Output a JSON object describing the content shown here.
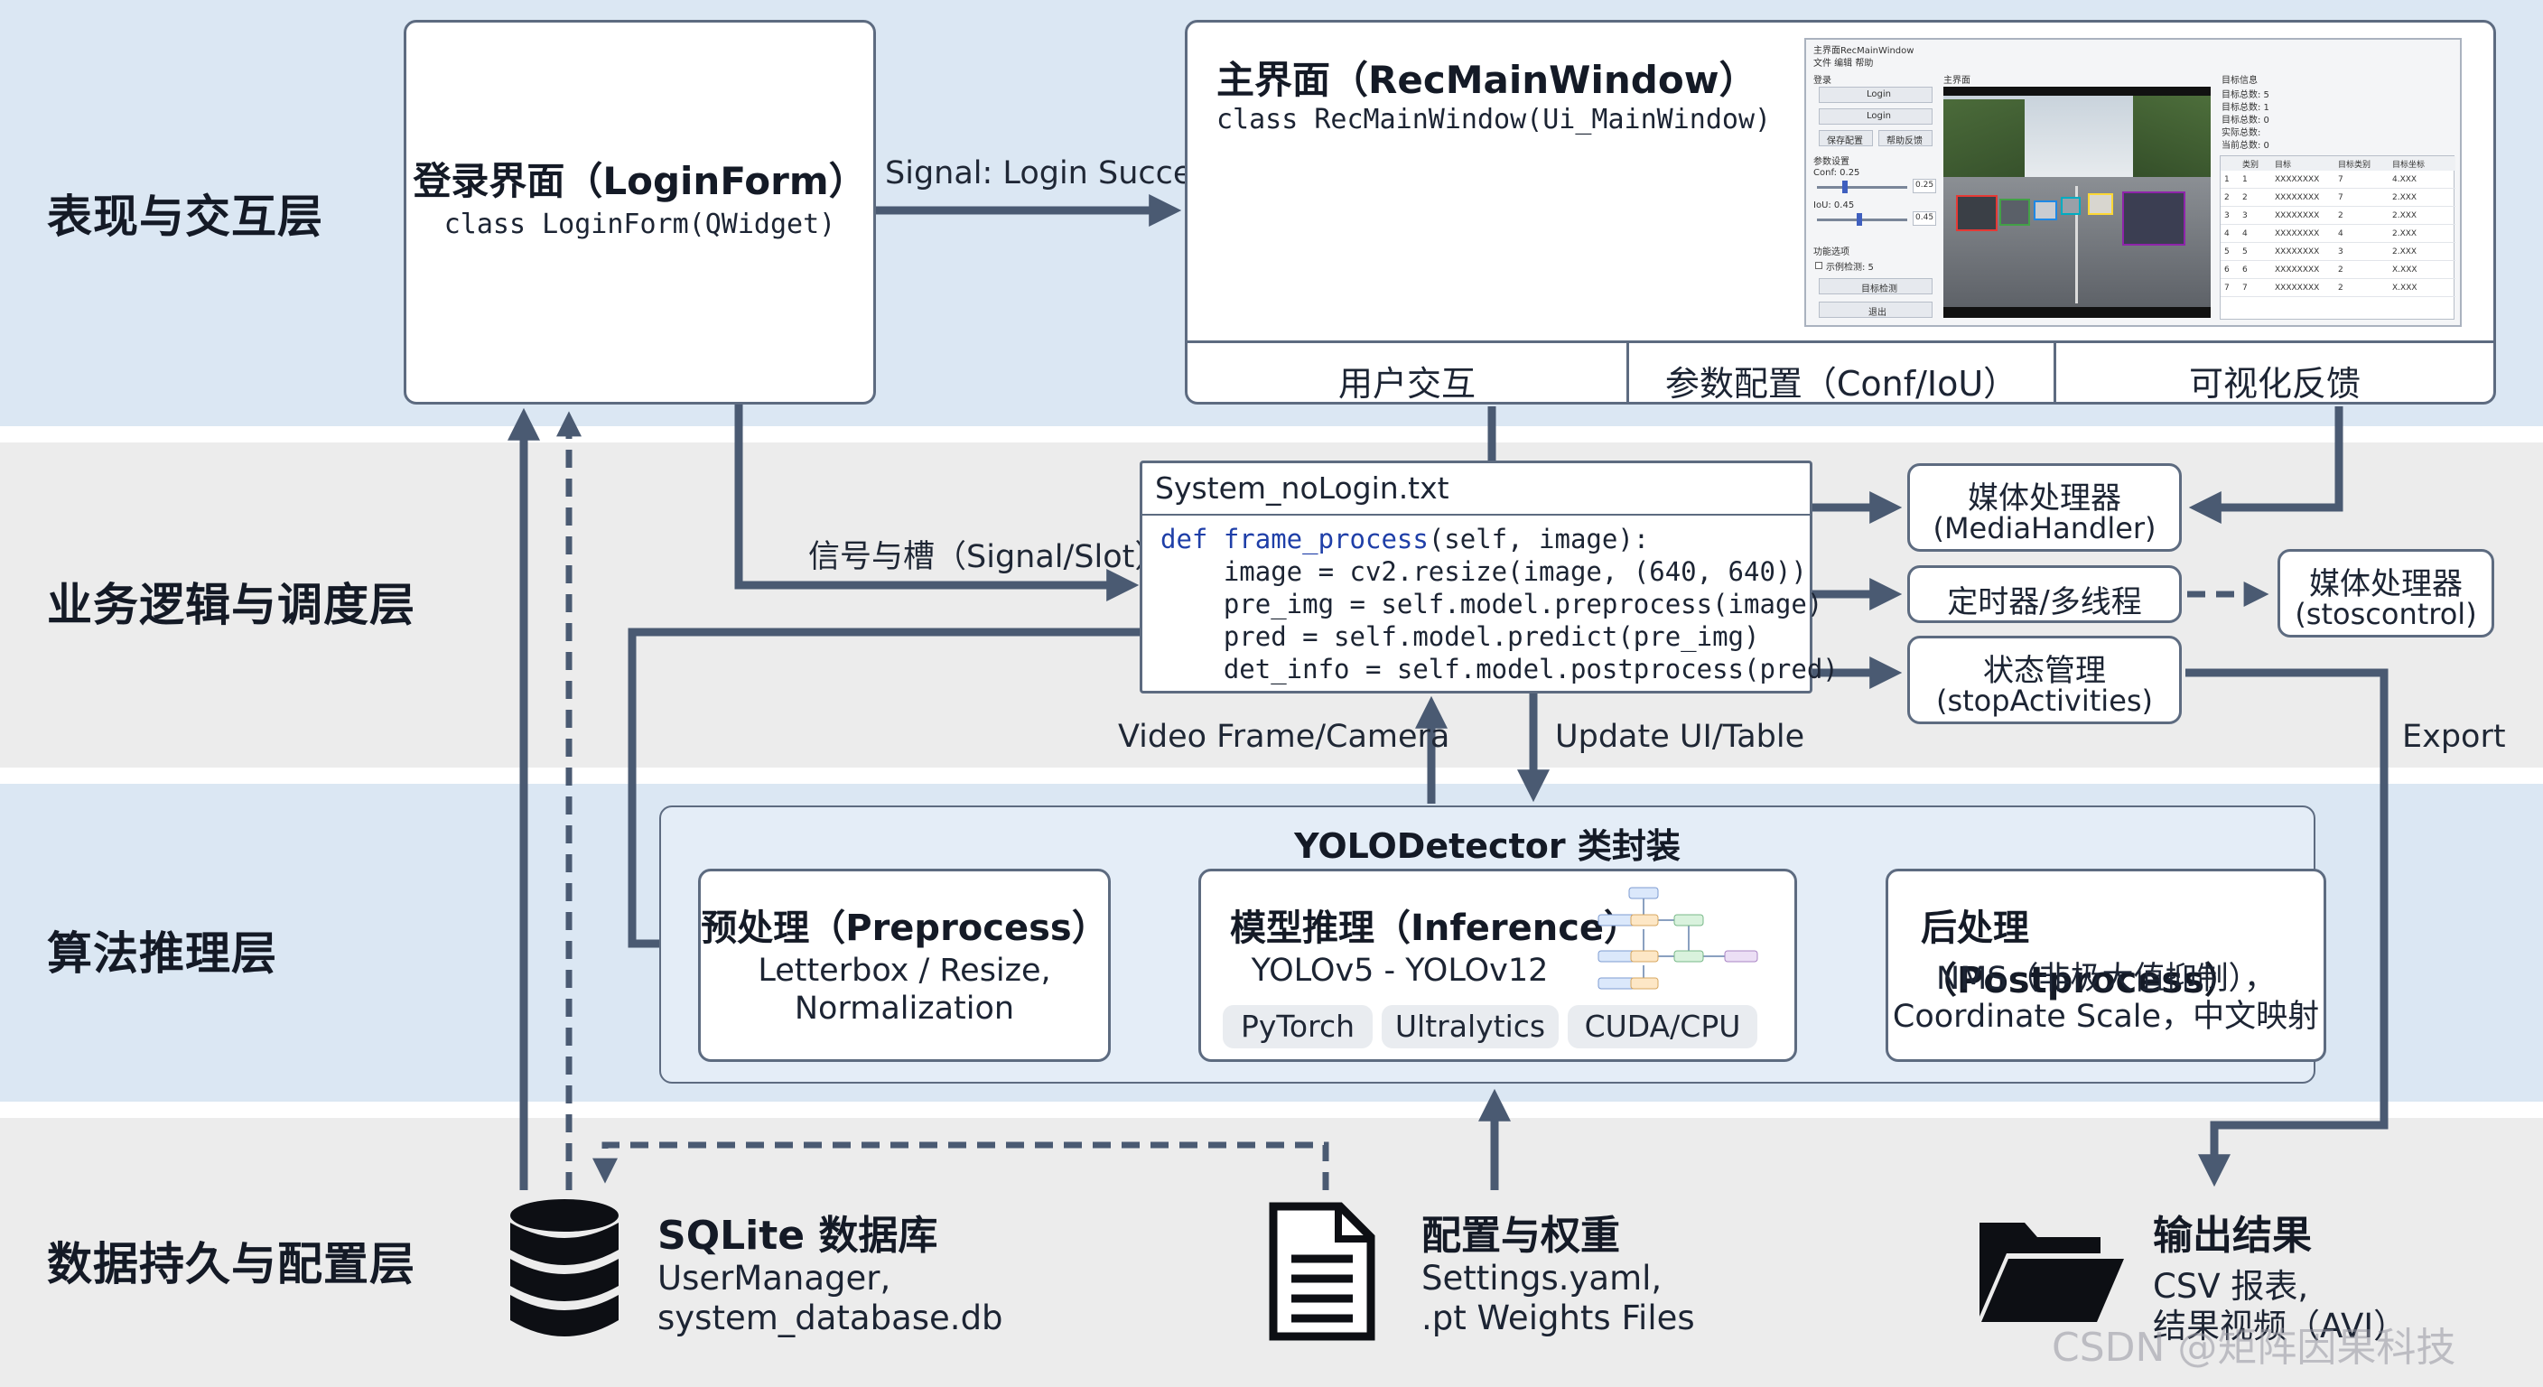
{
  "layers": [
    {
      "label": "表现与交互层"
    },
    {
      "label": "业务逻辑与调度层"
    },
    {
      "label": "算法推理层"
    },
    {
      "label": "数据持久与配置层"
    }
  ],
  "login": {
    "title": "登录界面（LoginForm）",
    "class": "class LoginForm(QWidget)"
  },
  "main_window": {
    "title": "主界面（RecMainWindow）",
    "class": "class RecMainWindow(Ui_MainWindow)",
    "sections": [
      "用户交互",
      "参数配置（Conf/IoU）",
      "可视化反馈"
    ],
    "screenshot": {
      "title": "主界面RecMainWindow",
      "menu": "文件  编辑  帮助",
      "left_header": "登录",
      "btn_login": "Login",
      "btn_login2": "Login",
      "btn_a": "保存配置",
      "btn_b": "帮助反馈",
      "params_header": "参数设置",
      "conf": "Conf: 0.25",
      "iou": "IoU: 0.45",
      "conf_val": "0.25",
      "iou_val": "0.45",
      "opt_header": "功能选项",
      "opt_check": "示例检测: 5",
      "btn_detect": "目标检测",
      "btn_exit": "退出",
      "center_header": "主界面",
      "stats_header": "目标信息",
      "stats": [
        "目标总数: 5",
        "目标总数: 1",
        "目标总数: 0",
        "实际总数: ",
        "当前总数: 0"
      ],
      "table_headers": [
        "",
        "类别",
        "目标",
        "目标类别",
        "目标坐标"
      ],
      "table_rows": [
        [
          "1",
          "1",
          "XXXXXXXX",
          "7",
          "4.XXX"
        ],
        [
          "2",
          "2",
          "XXXXXXXX",
          "7",
          "2.XXX"
        ],
        [
          "3",
          "3",
          "XXXXXXXX",
          "2",
          "2.XXX"
        ],
        [
          "4",
          "4",
          "XXXXXXXX",
          "4",
          "2.XXX"
        ],
        [
          "5",
          "5",
          "XXXXXXXX",
          "3",
          "2.XXX"
        ],
        [
          "6",
          "6",
          "XXXXXXXX",
          "2",
          "X.XXX"
        ],
        [
          "7",
          "7",
          "XXXXXXXX",
          "2",
          "X.XXX"
        ]
      ]
    }
  },
  "signal_login": "Signal: Login Success",
  "signal_slot": "信号与槽（Signal/Slot）",
  "system_file": {
    "name": "System_noLogin.txt",
    "code": [
      {
        "kw": "def ",
        "fn": "frame_process",
        "rest": "(self, image):"
      },
      {
        "kw": "",
        "fn": "",
        "rest": "    image = cv2.resize(image, (640, 640))"
      },
      {
        "kw": "",
        "fn": "",
        "rest": "    pre_img = self.model.preprocess(image)"
      },
      {
        "kw": "",
        "fn": "",
        "rest": "    pred = self.model.predict(pre_img)"
      },
      {
        "kw": "",
        "fn": "",
        "rest": "    det_info = self.model.postprocess(pred)"
      }
    ]
  },
  "media_handler": {
    "line1": "媒体处理器",
    "line2": "(MediaHandler)"
  },
  "timer": {
    "line1": "定时器/多线程"
  },
  "media_stos": {
    "line1": "媒体处理器",
    "line2": "(stoscontrol)"
  },
  "state": {
    "line1": "状态管理",
    "line2": "(stopActivities)"
  },
  "video_frame": "Video Frame/Camera",
  "update_ui": "Update UI/Table",
  "export": "Export",
  "yolo": {
    "title": "YOLODetector 类封装",
    "pre": {
      "title": "预处理（Preprocess）",
      "line1": "Letterbox / Resize,",
      "line2": "Normalization"
    },
    "inf": {
      "title": "模型推理（Inference）",
      "line1": "YOLOv5 - YOLOv12",
      "chips": [
        "PyTorch",
        "Ultralytics",
        "CUDA/CPU"
      ]
    },
    "post": {
      "title": "后处理（Postprocess）",
      "line1": "NMS（非极大值抑制），",
      "line2": "Coordinate Scale，中文映射"
    }
  },
  "sqlite": {
    "title": "SQLite 数据库",
    "line1": "UserManager,",
    "line2": "system_database.db"
  },
  "config": {
    "title": "配置与权重",
    "line1": "Settings.yaml,",
    "line2": ".pt Weights Files"
  },
  "output": {
    "title": "输出结果",
    "line1": "CSV 报表,",
    "line2": "结果视频（AVI）"
  },
  "watermark": "CSDN @矩阵因果科技",
  "colors": {
    "band_blue": "#dbe7f3",
    "band_gray": "#ececec",
    "arrow": "#4a5a72",
    "code_kw": "#1f3fa8"
  }
}
